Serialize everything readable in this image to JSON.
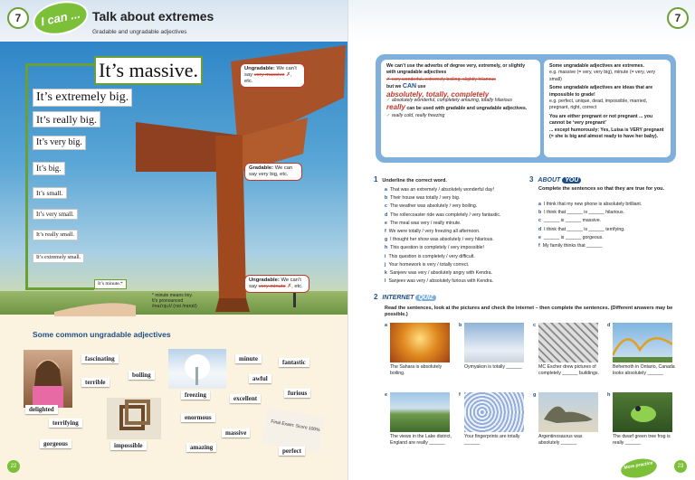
{
  "left": {
    "unit_number": "7",
    "i_can": "I can ...",
    "title": "Talk about extremes",
    "subtitle": "Gradable and ungradable adjectives",
    "page_number": "22",
    "scale": [
      "It’s massive.",
      "It’s extremely big.",
      "It’s really big.",
      "It’s very big.",
      "It’s big.",
      "It’s small.",
      "It’s very small.",
      "It’s really small.",
      "It’s extremely small.",
      "It’s minute.*"
    ],
    "callout_top": {
      "label": "Ungradable:",
      "pre": "We can’t say",
      "struck": "very massive",
      "mark": "✗",
      "post": ", etc."
    },
    "callout_mid": {
      "label": "Gradable:",
      "text": "We can say very big, etc."
    },
    "callout_bottom": {
      "label": "Ungradable:",
      "pre": "We can’t say",
      "struck": "very minute",
      "mark": "✗",
      "post": ", etc."
    },
    "footnote": [
      "* minute means tiny.",
      "It’s pronounced",
      "/maɪ'nju:t/ (not /mɪnɪt/)"
    ],
    "ungradable_heading": "Some common ungradable adjectives",
    "adjectives": [
      "fascinating",
      "boiling",
      "terrible",
      "delighted",
      "terrifying",
      "gorgeous",
      "impossible",
      "freezing",
      "enormous",
      "amazing",
      "minute",
      "awful",
      "excellent",
      "fantastic",
      "furious",
      "massive",
      "perfect"
    ],
    "exam_card": "Final Exam: Score 100%"
  },
  "right": {
    "unit_number": "7",
    "page_number": "23",
    "more_practice": "More practice",
    "grammar_left": {
      "intro": "We can’t use the adverbs of degree very, extremely, or slightly with ungradable adjectives",
      "wrong": "✗ very wonderful, extremely boiling, slightly hilarious",
      "but_we": "but we",
      "can": "CAN",
      "use": "use",
      "adverbs": "absolutely, totally, completely",
      "ok1": "absolutely wonderful, completely amazing, totally hilarious",
      "really": "really",
      "really_rest": "can be used with gradable and ungradable adjectives.",
      "ok2": "really cold, really freezing"
    },
    "grammar_right": {
      "p1": "Some ungradable adjectives are extremes.",
      "p1b": "e.g. massive (= very, very big), minute (= very, very small)",
      "p2": "Some ungradable adjectives are ideas that are impossible to grade!",
      "p2b": "e.g. perfect, unique, dead, impossible, married, pregnant, right, correct",
      "p3": "You are either pregnant or not pregnant ... you cannot be ‘very pregnant’",
      "p3b": "... except humorously: Yes, Luisa is VERY pregnant (= she is big and almost ready to have her baby)."
    },
    "ex1": {
      "num": "1",
      "instruction": "Underline the correct word.",
      "items": [
        {
          "l": "a",
          "t": "That was an extremely / absolutely wonderful day!"
        },
        {
          "l": "b",
          "t": "Their house was totally / very big."
        },
        {
          "l": "c",
          "t": "The weather was absolutely / very boiling."
        },
        {
          "l": "d",
          "t": "The rollercoaster ride was completely / very fantastic."
        },
        {
          "l": "e",
          "t": "The meal was very / really minute."
        },
        {
          "l": "f",
          "t": "We were totally / very freezing all afternoon."
        },
        {
          "l": "g",
          "t": "I thought her show was absolutely / very hilarious."
        },
        {
          "l": "h",
          "t": "This question is completely / very impossible!"
        },
        {
          "l": "i",
          "t": "This question is completely / very difficult."
        },
        {
          "l": "j",
          "t": "Your homework is very / totally correct."
        },
        {
          "l": "k",
          "t": "Sanjeev was very / absolutely angry with Kendra."
        },
        {
          "l": "l",
          "t": "Sanjeev was very / absolutely furious with Kendra."
        }
      ]
    },
    "ex3": {
      "num": "3",
      "title": "ABOUT",
      "badge": "YOU",
      "instruction": "Complete the sentences so that they are true for you.",
      "items": [
        {
          "l": "a",
          "t": "I think that my new phone is absolutely brilliant."
        },
        {
          "l": "b",
          "t": "I think that ______ is ______ hilarious."
        },
        {
          "l": "c",
          "t": "______ is ______ massive."
        },
        {
          "l": "d",
          "t": "I think that ______ is ______ terrifying."
        },
        {
          "l": "e",
          "t": "______ is ______ gorgeous."
        },
        {
          "l": "f",
          "t": "My family thinks that ______"
        }
      ]
    },
    "ex2": {
      "num": "2",
      "title": "INTERNET",
      "badge": "QUIZ",
      "instruction": "Read the sentences, look at the pictures and check the internet – then complete the sentences. (Different answers may be possible.)",
      "captions": [
        {
          "l": "a",
          "t": "The Sahara is absolutely boiling."
        },
        {
          "l": "b",
          "t": "Oymyakon is totally ______"
        },
        {
          "l": "c",
          "t": "MC Escher drew pictures of completely ______ buildings."
        },
        {
          "l": "d",
          "t": "Behemoth in Ontario, Canada looks absolutely ______"
        },
        {
          "l": "e",
          "t": "The views in the Lake district, England are really ______"
        },
        {
          "l": "f",
          "t": "Your fingerprints are totally ______"
        },
        {
          "l": "g",
          "t": "Argentinosaurus was absolutely ______"
        },
        {
          "l": "h",
          "t": "The dwarf green tree frog is really ______"
        }
      ]
    }
  },
  "colors": {
    "green": "#7cbf38",
    "blue": "#1d4f8a",
    "red": "#c0392b",
    "box": "#7fb0dc"
  }
}
